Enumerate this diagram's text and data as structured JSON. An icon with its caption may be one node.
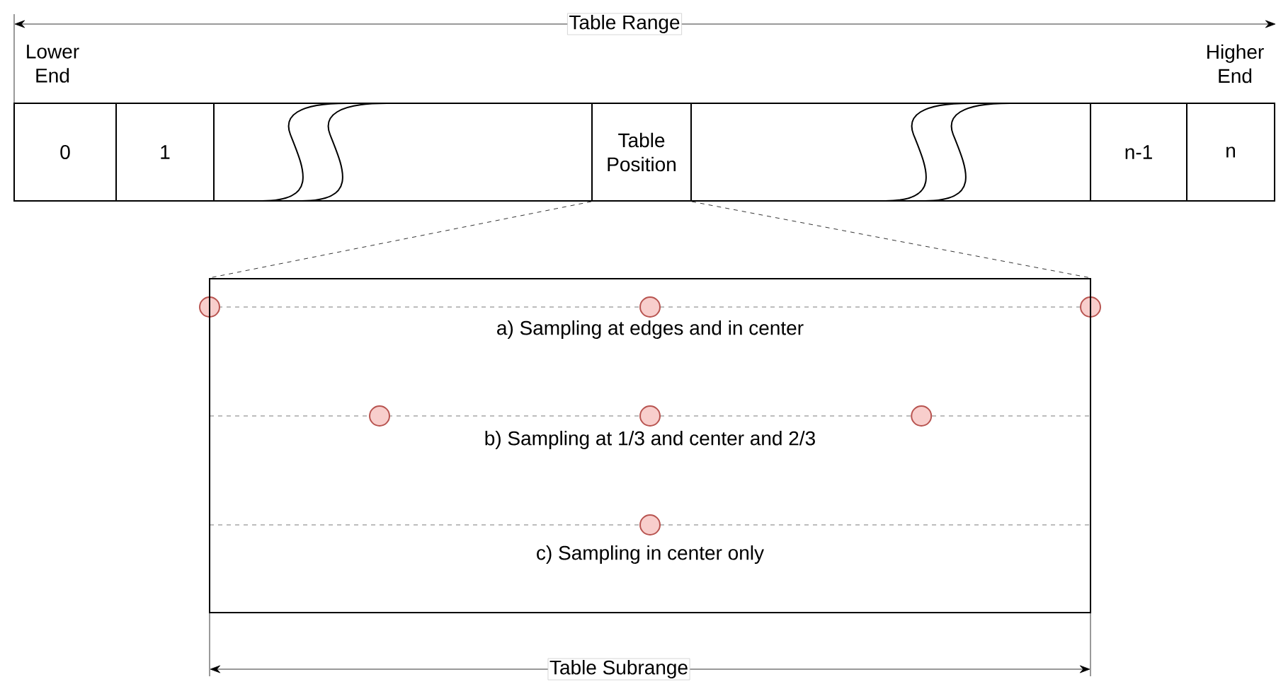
{
  "diagram": {
    "nodes": [
      {
        "text": [
          "0"
        ]
      },
      {
        "text": [
          "1"
        ]
      },
      {
        "text": [],
        "shape": "box"
      },
      {
        "text": [
          "Table Position"
        ]
      },
      {
        "text": [],
        "shape": "box"
      },
      {
        "text": [
          "n-1"
        ]
      },
      {
        "text": [
          "n"
        ]
      },
      {
        "text": [],
        "shape": "box"
      }
    ],
    "edges": [
      {
        "from": 3,
        "to": 7,
        "arrow": "none",
        "style": "dashed"
      },
      {
        "from": 3,
        "to": 7,
        "arrow": "none",
        "style": "dashed"
      }
    ],
    "labels": [
      "Table Range",
      "Lower End",
      "Higher End",
      "a) Sampling at edges and in center",
      "b) Sampling at 1/3 and center and 2/3",
      "c) Sampling in center only",
      "Table Subrange"
    ]
  }
}
